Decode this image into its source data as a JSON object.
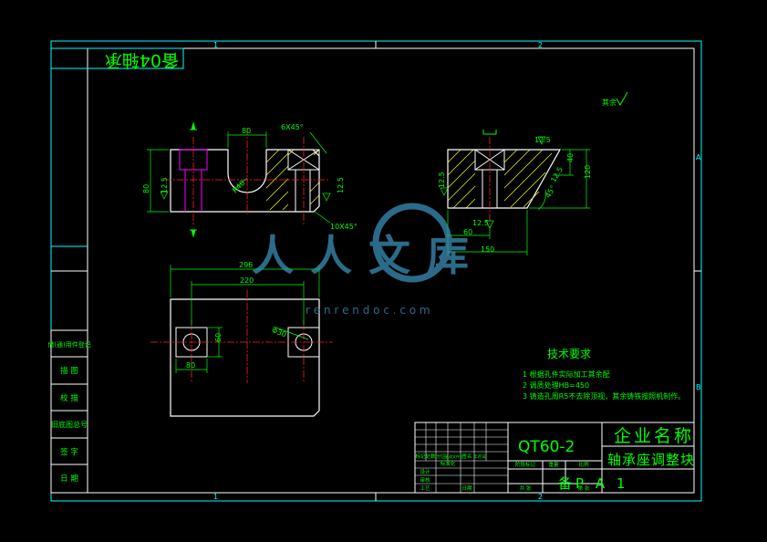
{
  "colors": {
    "background": "#000000",
    "frame": "#00ffff",
    "part": "#ffffff",
    "dimension": "#00ff00",
    "centerline": "#ff2020",
    "hole": "#ff00ff",
    "hatch": "#ffff00",
    "watermark": "#3a8fb7"
  },
  "frame": {
    "zone_top": [
      "1",
      "2"
    ],
    "zone_bottom": [
      "1",
      "2"
    ],
    "zone_right": [
      "A",
      "B"
    ]
  },
  "drawing_code": "备04轴承",
  "roughness_note": "其余",
  "front_view": {
    "dims": {
      "slot_width": "80",
      "chamfer_top": "6X45°",
      "height": "80",
      "surface_left": "12.5",
      "radius": "R40",
      "surface_right": "12.5",
      "chamfer_bottom": "10X45°"
    }
  },
  "side_view": {
    "dims": {
      "surface_top": "12.5",
      "height_small": "40",
      "height_total": "120",
      "surface_slope": "12.5",
      "angle": "45°",
      "surface_left": "12.5",
      "surface_bottom": "12.5",
      "width_small": "60",
      "width_total": "150"
    }
  },
  "top_view": {
    "dims": {
      "length_total": "296",
      "hole_spacing": "220",
      "hole_dia": "Φ30",
      "hole_height": "60",
      "hole_pos": "80"
    }
  },
  "watermark": {
    "text": "人人文库",
    "url": "r e n r e n d o c . c o m"
  },
  "tech_requirements": {
    "title": "技术要求",
    "items": [
      "1 根据孔件实际加工其余配",
      "2 调质处理HB=450",
      "3 铸造孔周R5不去除顶视，其余铸铁按照机制作。"
    ]
  },
  "left_strip": [
    "借(通)用件登记",
    "描 图",
    "校 描",
    "旧底图总号",
    "签 字",
    "日 期"
  ],
  "title_block": {
    "material": "QT60-2",
    "company": "企业名称",
    "part_name": "轴承座调整块",
    "drawing_no": "备P A 1",
    "mark_cols": [
      "标记",
      "处数",
      "分区",
      "更改文件号",
      "签名",
      "年月日"
    ],
    "role_rows": [
      "设计",
      "审核",
      "工艺"
    ],
    "std_label": "标准化",
    "date_label": "日期",
    "stage_label": "阶段标记",
    "weight_label": "重量",
    "scale_label": "比例",
    "sheet_total": "共 张",
    "sheet_no": "第 张"
  }
}
